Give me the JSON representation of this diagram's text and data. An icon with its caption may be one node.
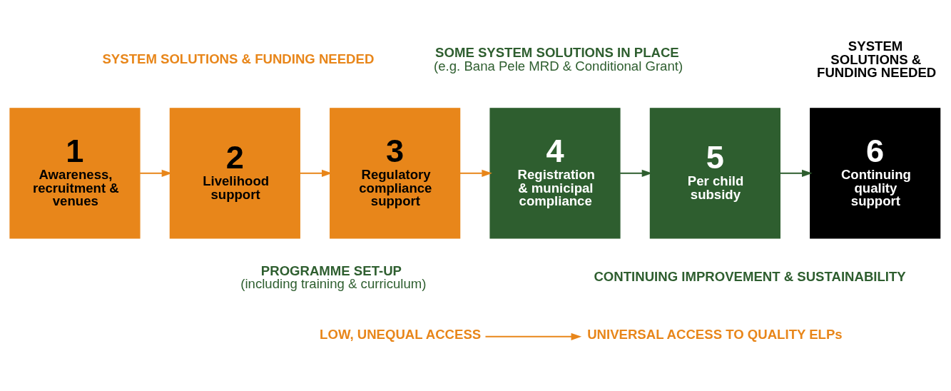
{
  "diagram": {
    "nodes": [
      {
        "text": [
          "1",
          "Awareness, recruitment & venues"
        ]
      },
      {
        "text": [
          "2",
          "Livelihood support"
        ]
      },
      {
        "text": [
          "3",
          "Regulatory compliance support"
        ]
      },
      {
        "text": [
          "4",
          "Registration & municipal compliance"
        ]
      },
      {
        "text": [
          "5",
          "Per child subsidy"
        ]
      },
      {
        "text": [
          "6",
          "Continuing quality support"
        ]
      },
      {
        "text": [
          "LOW, UNEQUAL ACCESS"
        ]
      },
      {
        "text": [
          "UNIVERSAL ACCESS TO QUALITY ELPs"
        ]
      }
    ],
    "edges": [
      {
        "from": 0,
        "to": 1,
        "arrow": "to"
      },
      {
        "from": 1,
        "to": 2,
        "arrow": "to"
      },
      {
        "from": 2,
        "to": 3,
        "arrow": "to"
      },
      {
        "from": 3,
        "to": 4,
        "arrow": "to",
        "color": "#2e5e2f"
      },
      {
        "from": 4,
        "to": 5,
        "arrow": "to",
        "color": "#2e5e2f"
      },
      {
        "from": 6,
        "to": 7,
        "arrow": "to"
      }
    ],
    "labels": [
      "SYSTEM SOLUTIONS & FUNDING NEEDED",
      "SOME SYSTEM SOLUTIONS IN PLACE",
      "(e.g. Bana Pele MRD & Conditional Grant)",
      "SYSTEM SOLUTIONS & FUNDING NEEDED",
      "PROGRAMME SET-UP",
      "(including training & curriculum)",
      "CONTINUING IMPROVEMENT & SUSTAINABILITY"
    ]
  }
}
